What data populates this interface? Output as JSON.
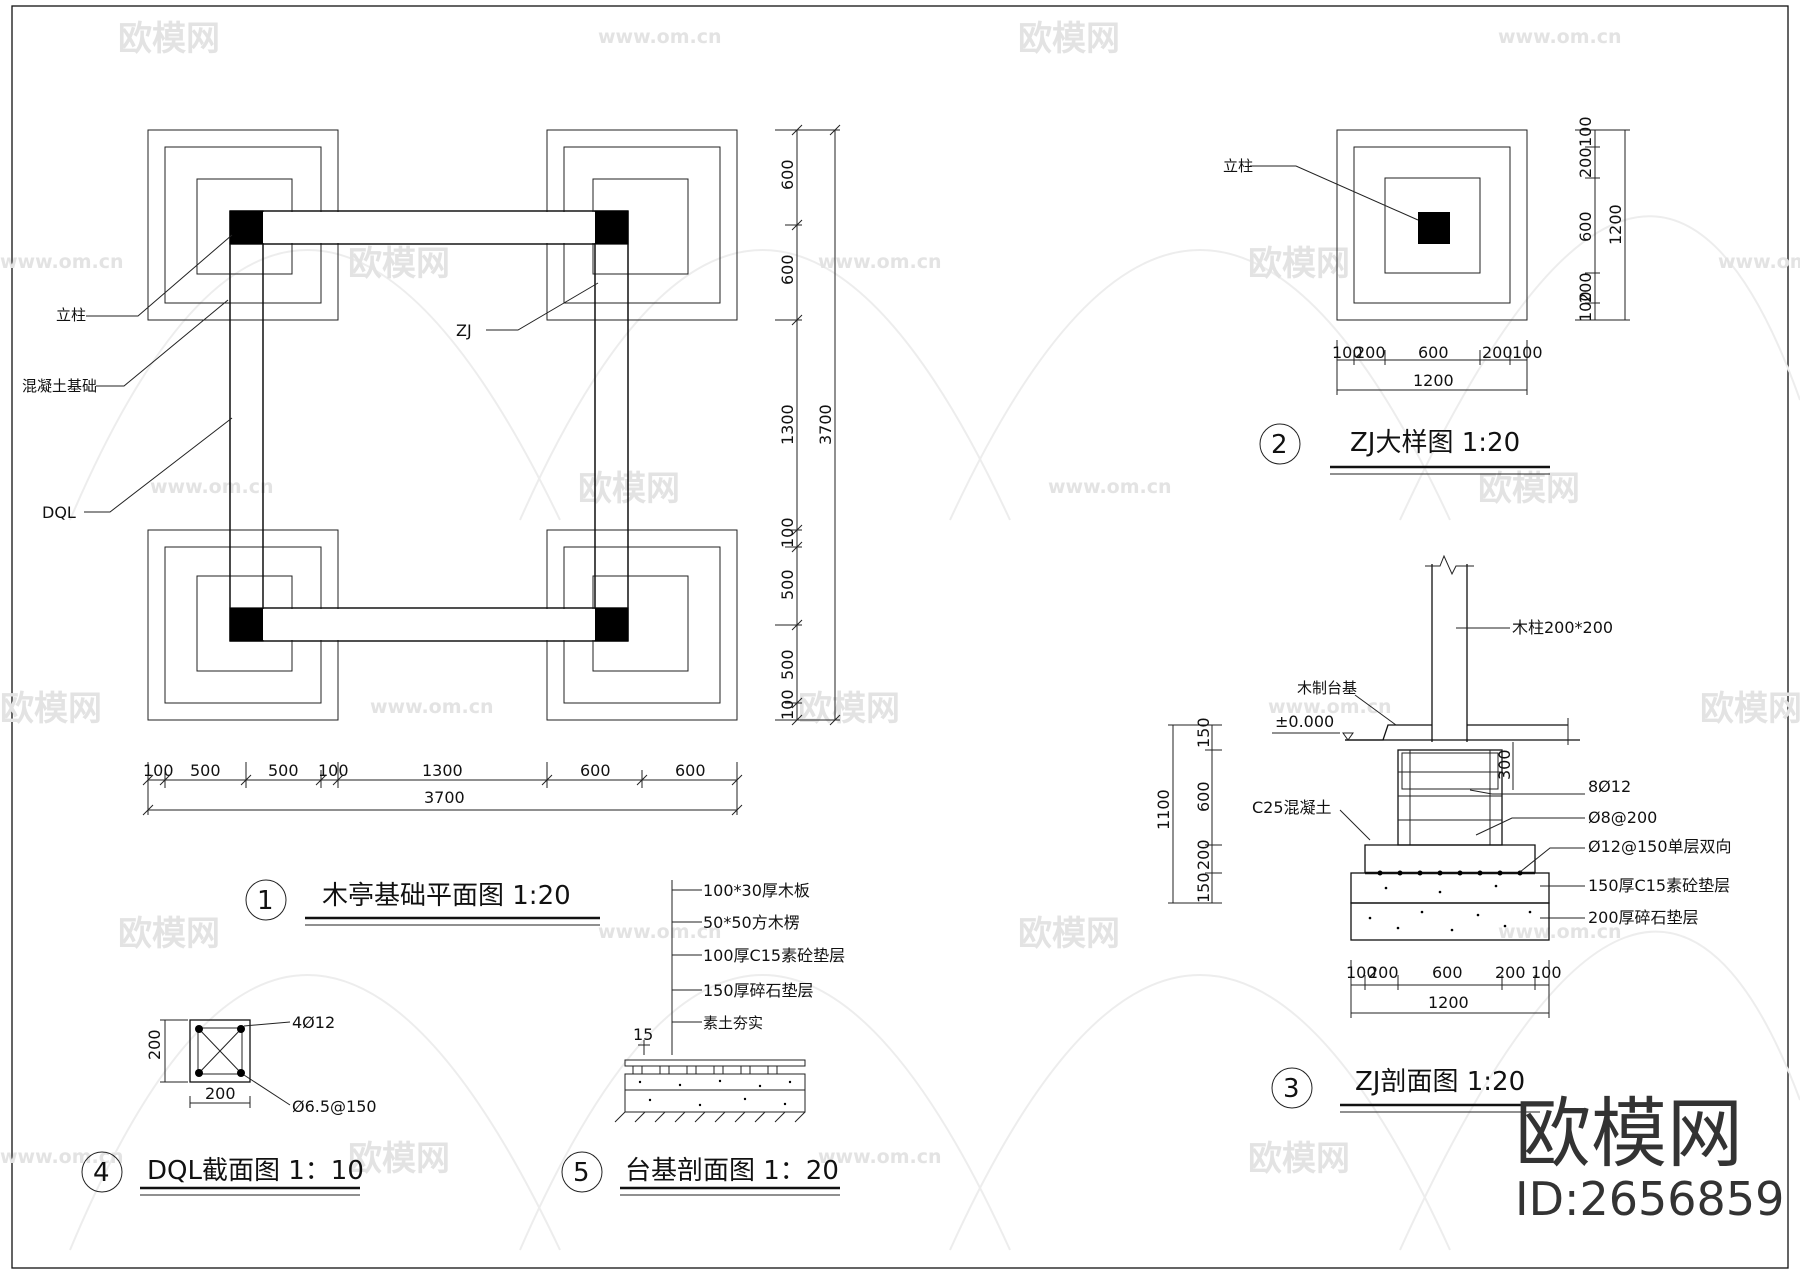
{
  "watermark": {
    "brand": "欧模网",
    "url": "www.om.cn"
  },
  "brand": {
    "name": "欧模网",
    "id": "ID:2656859"
  },
  "plan": {
    "title": "木亭基础平面图 1:20",
    "number": "1",
    "labels": {
      "column": "立柱",
      "footing": "混凝土基础",
      "beam": "DQL",
      "zj": "ZJ"
    },
    "dims_bottom": [
      "100",
      "500",
      "500",
      "100",
      "1300",
      "600",
      "600"
    ],
    "dims_bottom_total": "3700",
    "dims_right": [
      "600",
      "600",
      "1300",
      "100",
      "500",
      "500",
      "100"
    ],
    "dims_right_total": "3700"
  },
  "zj_detail": {
    "title": "ZJ大样图 1:20",
    "number": "2",
    "label": "立柱",
    "dims_bottom": [
      "100",
      "200",
      "600",
      "200",
      "100"
    ],
    "dims_bottom_total": "1200",
    "dims_right": [
      "100",
      "200",
      "600",
      "200",
      "100"
    ],
    "dims_right_total": "1200"
  },
  "zj_section": {
    "title": "ZJ剖面图 1:20",
    "number": "3",
    "labels": {
      "column": "木柱200*200",
      "platform": "木制台基",
      "level": "±0.000",
      "concrete": "C25混凝土",
      "rebar1": "8Ø12",
      "rebar2": "Ø8@200",
      "rebar3": "Ø12@150单层双向",
      "layer1": "150厚C15素砼垫层",
      "layer2": "200厚碎石垫层"
    },
    "dims_left": [
      "150",
      "600",
      "200",
      "150"
    ],
    "dims_left_total": "1100",
    "dim_inner": "300",
    "dims_bottom": [
      "100",
      "200",
      "600",
      "200",
      "100"
    ],
    "dims_bottom_total": "1200"
  },
  "dql": {
    "title": "DQL截面图 1：10",
    "number": "4",
    "rebar_main": "4Ø12",
    "rebar_stirrup": "Ø6.5@150",
    "dim_h": "200",
    "dim_w": "200"
  },
  "platform_section": {
    "title": "台基剖面图 1：20",
    "number": "5",
    "layers": [
      "100*30厚木板",
      "50*50方木楞",
      "100厚C15素砼垫层",
      "150厚碎石垫层",
      "素土夯实"
    ],
    "level": "15"
  }
}
